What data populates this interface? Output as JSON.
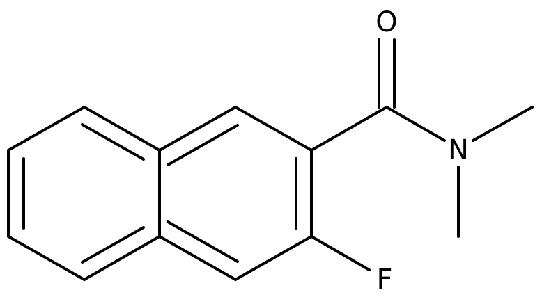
{
  "structure": {
    "atoms": [
      {
        "id": "O",
        "label": "O"
      },
      {
        "id": "N",
        "label": "N"
      },
      {
        "id": "F",
        "label": "F"
      }
    ]
  },
  "colors": {
    "bond": "#000000",
    "background": "#ffffff"
  }
}
